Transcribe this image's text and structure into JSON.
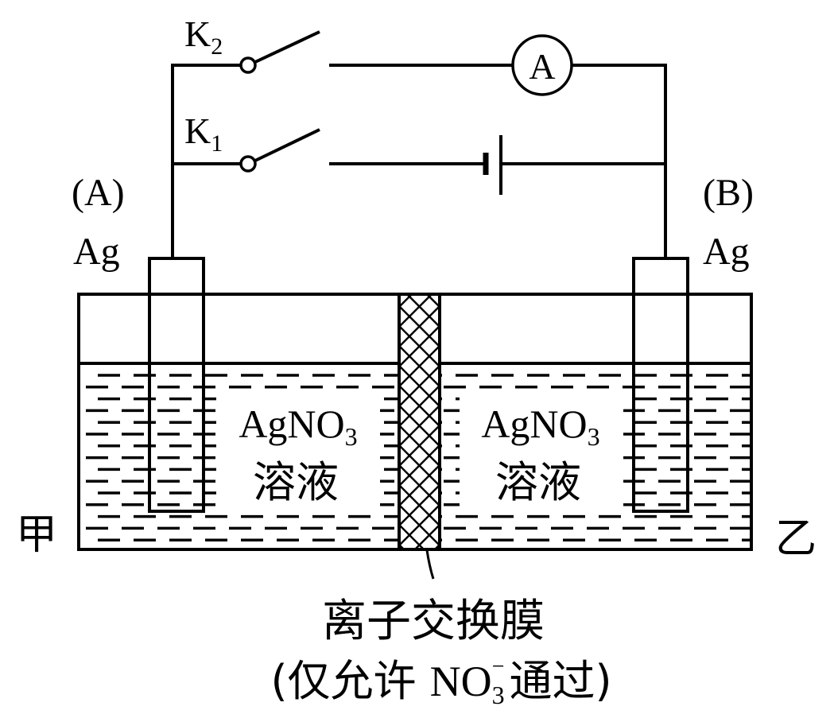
{
  "labels": {
    "switch_k2": {
      "main": "K",
      "sub": "2"
    },
    "switch_k1": {
      "main": "K",
      "sub": "1"
    },
    "ammeter": "A",
    "electrode_left": {
      "tag": "(A)",
      "metal": "Ag"
    },
    "electrode_right": {
      "tag": "(B)",
      "metal": "Ag"
    },
    "cell_left": "甲",
    "cell_right": "乙",
    "solution_left": {
      "formula": "AgNO",
      "sub": "3",
      "word": "溶液"
    },
    "solution_right": {
      "formula": "AgNO",
      "sub": "3",
      "word": "溶液"
    },
    "membrane": {
      "title": "离子交换膜",
      "note_prefix": "(仅允许 ",
      "ion": "NO",
      "ion_sub": "3",
      "ion_sup": "−",
      "note_suffix": "通过)"
    }
  },
  "state": {
    "k1": "open",
    "k2": "open"
  }
}
